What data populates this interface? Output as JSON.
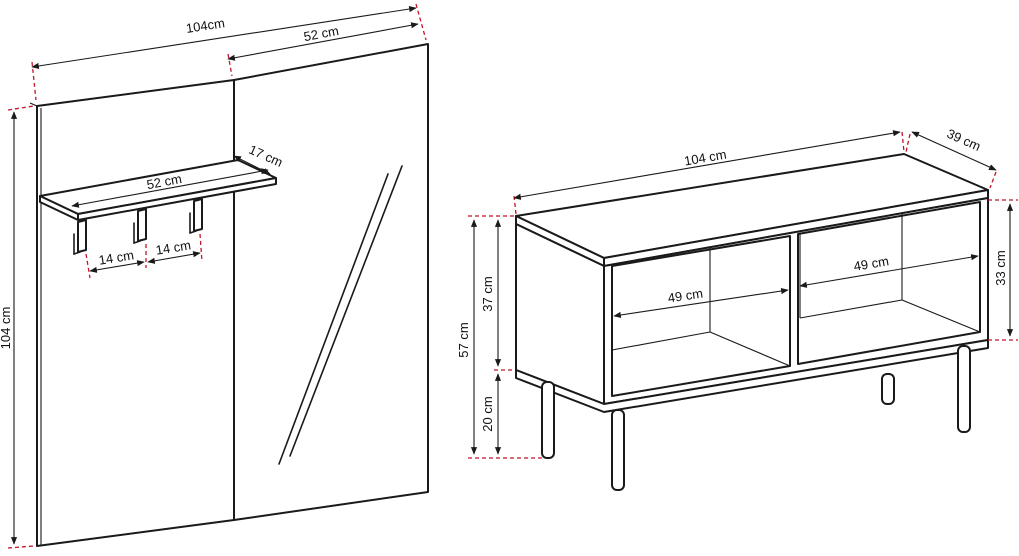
{
  "wall_panel": {
    "dim_total_width": "104cm",
    "dim_mirror_width": "52 cm",
    "dim_height": "104 cm",
    "shelf_width": "52 cm",
    "shelf_depth": "17 cm",
    "hook_gap_left": "14 cm",
    "hook_gap_right": "14 cm"
  },
  "bench": {
    "dim_width": "104 cm",
    "dim_depth": "39 cm",
    "dim_total_height": "57 cm",
    "dim_body_height": "37 cm",
    "dim_leg_height": "20 cm",
    "dim_inner_height": "33 cm",
    "dim_left_compartment": "49 cm",
    "dim_right_compartment": "49 cm"
  },
  "colors": {
    "line": "#1a1a1a",
    "dimension_dash": "#c0152a",
    "background": "#ffffff"
  }
}
